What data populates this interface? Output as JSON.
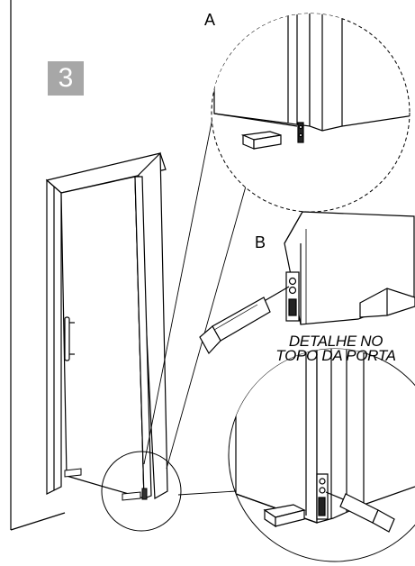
{
  "step": {
    "number": "3",
    "badge_color": "#a7a7a7"
  },
  "callouts": {
    "a": {
      "label": "A"
    },
    "b": {
      "label": "B"
    }
  },
  "note": {
    "line1": "DETALHE NO",
    "line2": "TOPO DA PORTA"
  },
  "colors": {
    "line": "#000000",
    "background": "#ffffff"
  }
}
